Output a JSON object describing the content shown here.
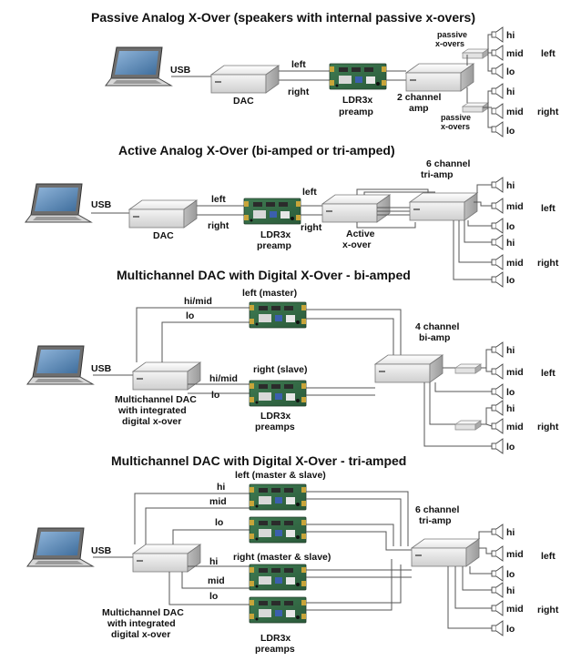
{
  "sections": {
    "passive": {
      "title": "Passive Analog X-Over (speakers with internal passive x-overs)",
      "usb": "USB",
      "dac": "DAC",
      "left": "left",
      "right": "right",
      "preamp": [
        "LDR3x",
        "preamp"
      ],
      "amp": [
        "2 channel",
        "amp"
      ],
      "passive_top": [
        "passive",
        "x-overs"
      ],
      "passive_bottom": [
        "passive",
        "x-overs"
      ],
      "drivers": [
        "hi",
        "mid",
        "lo",
        "hi",
        "mid",
        "lo"
      ],
      "side_left": "left",
      "side_right": "right"
    },
    "active": {
      "title": "Active Analog X-Over (bi-amped or tri-amped)",
      "usb": "USB",
      "dac": "DAC",
      "left1": "left",
      "right1": "right",
      "left2": "left",
      "right2": "right",
      "preamp": [
        "LDR3x",
        "preamp"
      ],
      "xover": [
        "Active",
        "x-over"
      ],
      "amp": [
        "6 channel",
        "tri-amp"
      ],
      "drivers": [
        "hi",
        "mid",
        "lo",
        "hi",
        "mid",
        "lo"
      ],
      "side_left": "left",
      "side_right": "right"
    },
    "bi": {
      "title": "Multichannel DAC with Digital X-Over - bi-amped",
      "usb": "USB",
      "dac": [
        "Multichannel DAC",
        "with integrated",
        "digital x-over"
      ],
      "master": "left (master)",
      "slave": "right (slave)",
      "himid1": "hi/mid",
      "lo1": "lo",
      "himid2": "hi/mid",
      "lo2": "lo",
      "preamps": [
        "LDR3x",
        "preamps"
      ],
      "amp": [
        "4 channel",
        "bi-amp"
      ],
      "drivers": [
        "hi",
        "mid",
        "lo",
        "hi",
        "mid",
        "lo"
      ],
      "side_left": "left",
      "side_right": "right"
    },
    "tri": {
      "title": "Multichannel DAC with Digital X-Over - tri-amped",
      "usb": "USB",
      "dac": [
        "Multichannel DAC",
        "with integrated",
        "digital x-over"
      ],
      "top_label": "left (master & slave)",
      "mid_label": "right (master & slave)",
      "hi1": "hi",
      "mid1": "mid",
      "lo1": "lo",
      "hi2": "hi",
      "mid2": "mid",
      "lo2": "lo",
      "preamps": [
        "LDR3x",
        "preamps"
      ],
      "amp": [
        "6 channel",
        "tri-amp"
      ],
      "drivers": [
        "hi",
        "mid",
        "lo",
        "hi",
        "mid",
        "lo"
      ],
      "side_left": "left",
      "side_right": "right"
    }
  }
}
